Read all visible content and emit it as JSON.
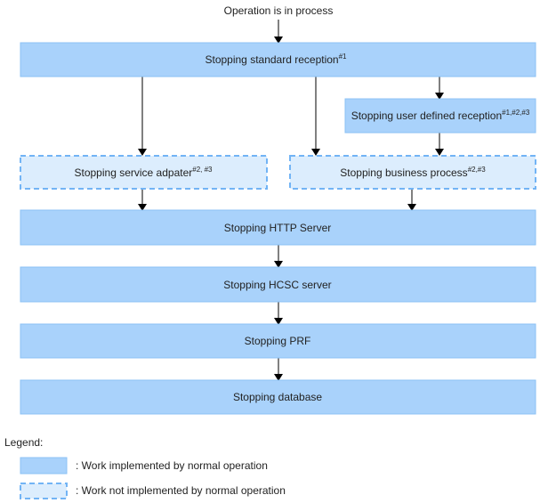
{
  "start_label": "Operation is in process",
  "nodes": {
    "standard_reception": {
      "label": "Stopping standard reception",
      "note": "#1"
    },
    "user_defined_reception": {
      "label": "Stopping user defined reception",
      "note": "#1,#2,#3"
    },
    "service_adapter": {
      "label": "Stopping service adpater",
      "note": "#2, #3"
    },
    "business_process": {
      "label": "Stopping business process",
      "note": "#2,#3"
    },
    "http_server": {
      "label": "Stopping HTTP Server"
    },
    "hcsc_server": {
      "label": "Stopping HCSC server"
    },
    "prf": {
      "label": "Stopping PRF"
    },
    "database": {
      "label": "Stopping database"
    }
  },
  "legend": {
    "title": "Legend:",
    "implemented": ": Work implemented by normal operation",
    "not_implemented": ": Work not implemented by normal operation"
  },
  "colors": {
    "solid_fill": "#a9d2fb",
    "dashed_fill": "#dcedfd",
    "dashed_border": "#72b4f5"
  }
}
